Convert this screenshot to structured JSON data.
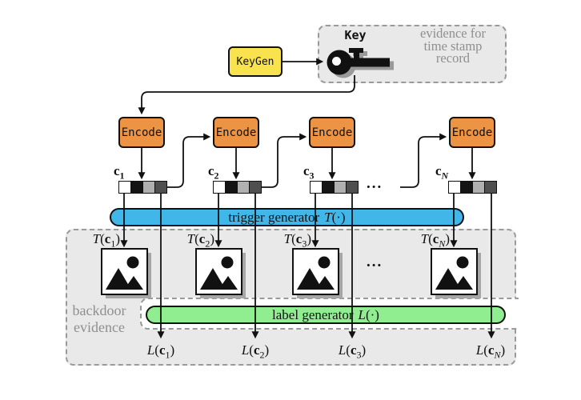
{
  "figure": {
    "keygen_label": "KeyGen",
    "key_label": "Key",
    "timestamp_note": "evidence for\ntime stamp\nrecord",
    "backdoor_note": "backdoor\nevidence",
    "ellipsis": "..."
  },
  "trigger_bar": {
    "prefix": "trigger generator",
    "func": "T",
    "args": "(·)"
  },
  "label_bar": {
    "prefix": "label generator",
    "func": "L",
    "args": "(·)"
  },
  "punct": {
    "open": "(",
    "close": ")"
  },
  "bit_pattern": [
    "#ffffff",
    "#141414",
    "#b0b0b0",
    "#4f4f4f"
  ],
  "units": [
    {
      "encode": "Encode",
      "var": "c",
      "sub": "1",
      "t_func": "T",
      "l_func": "L"
    },
    {
      "encode": "Encode",
      "var": "c",
      "sub": "2",
      "t_func": "T",
      "l_func": "L"
    },
    {
      "encode": "Encode",
      "var": "c",
      "sub": "3",
      "t_func": "T",
      "l_func": "L"
    },
    {
      "encode": "Encode",
      "var": "c",
      "sub": "N",
      "t_func": "T",
      "l_func": "L"
    }
  ],
  "colors": {
    "encode": "#ec9344",
    "keygen": "#f8e24d",
    "trigger": "#40b6e9",
    "label": "#90ee90",
    "panel": "#e9e9e9",
    "dash": "#9a9a9a",
    "muted": "#8f8f8f",
    "ink": "#111111"
  }
}
